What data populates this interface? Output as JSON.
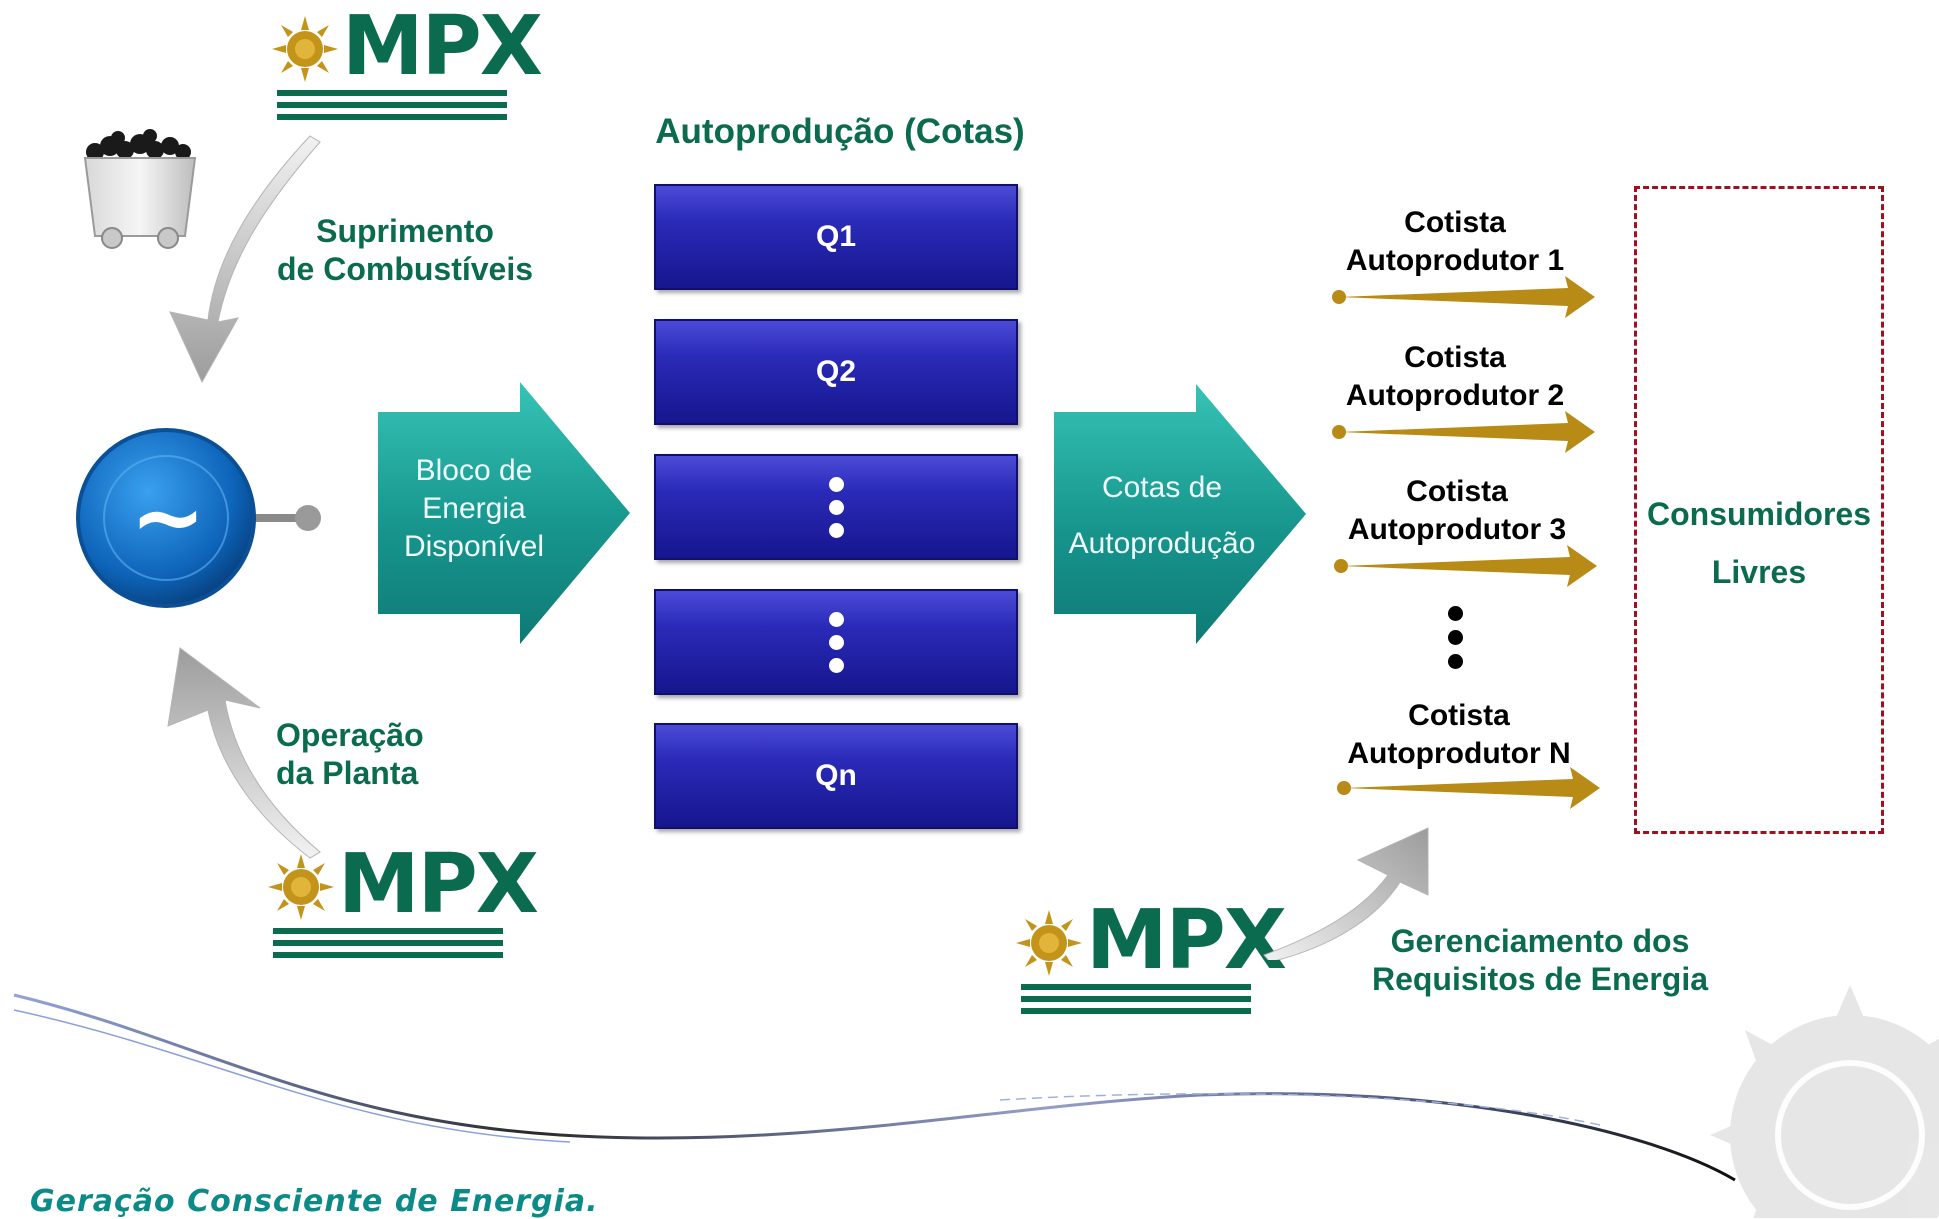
{
  "title": "Autoprodução (Cotas)",
  "logo_text": "MPX",
  "fuel_supply": [
    "Suprimento",
    "de Combustíveis"
  ],
  "plant_operation": [
    "Operação",
    "da Planta"
  ],
  "energy_block": [
    "Bloco de",
    "Energia",
    "Disponível"
  ],
  "quota_blocks": [
    "Q1",
    "Q2",
    "Qn"
  ],
  "quota_arrow": [
    "Cotas de",
    "Autoprodução"
  ],
  "cotistas": [
    [
      "Cotista",
      "Autoprodutor 1"
    ],
    [
      "Cotista",
      "Autoprodutor 2"
    ],
    [
      "Cotista",
      "Autoprodutor 3"
    ],
    [
      "Cotista",
      "Autoprodutor N"
    ]
  ],
  "consumers": [
    "Consumidores",
    "Livres"
  ],
  "management": [
    "Gerenciamento dos",
    "Requisitos de Energia"
  ],
  "tagline": "Geração Consciente de Energia.",
  "generator_symbol": "~",
  "colors": {
    "brand_green": "#0b6b4e",
    "gold": "#b88a16",
    "teal": "#1aa39a",
    "navy": "#1c1ca0",
    "dashed_red": "#a01020"
  }
}
